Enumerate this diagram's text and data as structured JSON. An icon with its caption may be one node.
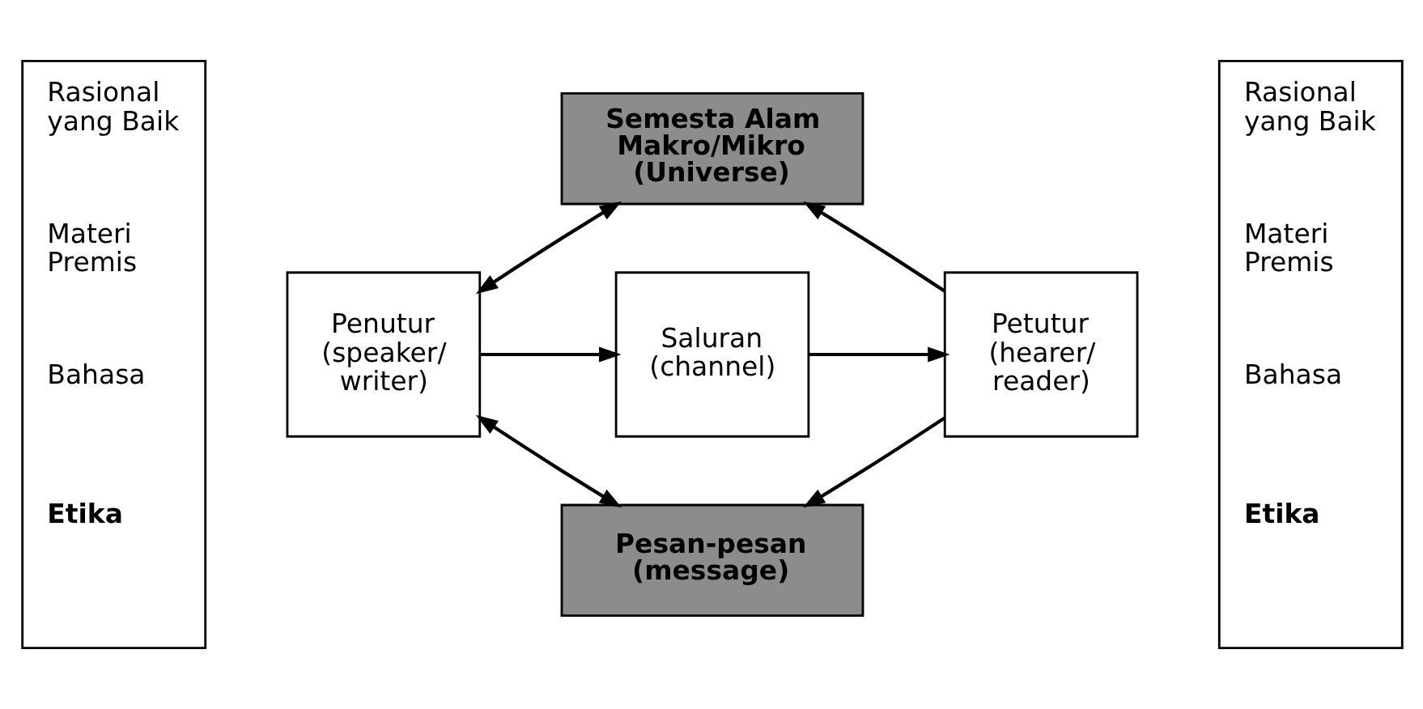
{
  "diagram": {
    "nodes": [
      {
        "text": [
          "Rasional yang Baik",
          "Materi Premis",
          "Bahasa",
          "Etika"
        ]
      },
      {
        "text": [
          "Semesta Alam Makro/Mikro (Universe)"
        ]
      },
      {
        "text": [
          "Rasional yang Baik",
          "Materi Premis",
          "Bahasa",
          "Etika"
        ]
      },
      {
        "text": [
          "Penutur (speaker/ writer)"
        ]
      },
      {
        "text": [
          "Saluran (channel)"
        ]
      },
      {
        "text": [
          "Petutur (hearer/ reader)"
        ]
      },
      {
        "text": [
          "Pesan-pesan (message)"
        ]
      }
    ],
    "edges": [
      {
        "from": 3,
        "to": 1,
        "arrow": "both"
      },
      {
        "from": 5,
        "to": 1,
        "arrow": "to"
      },
      {
        "from": 3,
        "to": 4,
        "arrow": "to"
      },
      {
        "from": 4,
        "to": 5,
        "arrow": "to"
      },
      {
        "from": 3,
        "to": 6,
        "arrow": "both"
      },
      {
        "from": 5,
        "to": 6,
        "arrow": "to"
      }
    ]
  }
}
